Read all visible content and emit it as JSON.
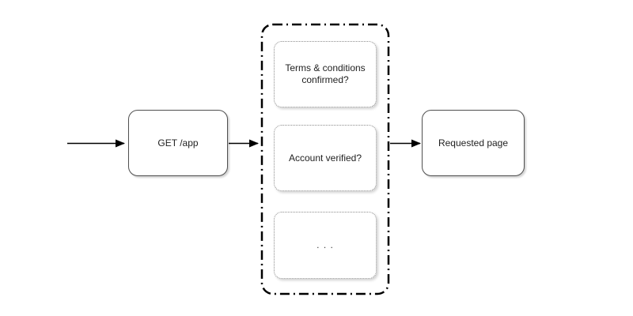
{
  "diagram": {
    "start_node": {
      "label": "GET /app"
    },
    "middleware_group": {
      "checks": [
        {
          "label": "Terms & conditions confirmed?"
        },
        {
          "label": "Account verified?"
        },
        {
          "label": ". . ."
        }
      ]
    },
    "end_node": {
      "label": "Requested page"
    },
    "colors": {
      "background": "#ffffff",
      "node_border": "#4f4f4f",
      "check_border": "#8f8f8f",
      "group_border": "#000000",
      "arrow": "#000000",
      "text": "#1f1f1f"
    }
  }
}
